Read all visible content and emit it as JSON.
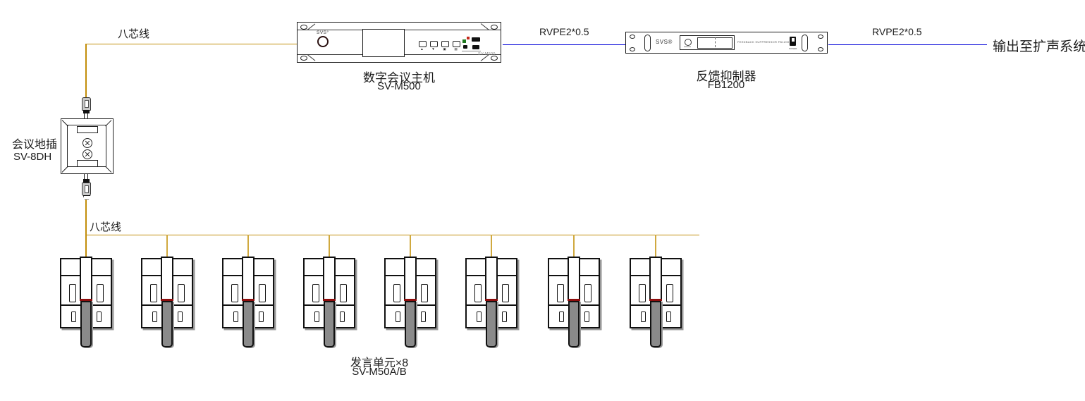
{
  "colors": {
    "cable_gold": "#C28E0B",
    "cable_gold_light": "#D0A93F",
    "cable_blue": "#0000D8",
    "outline": "#1A1A1A",
    "mic_gray": "#8A8A8A",
    "mic_red_ring": "#8E0E0E",
    "led_green": "#1E7A1E",
    "led_red": "#C42A1C"
  },
  "cables": {
    "top_label": "八芯线",
    "bus_label": "八芯线",
    "rvpe_label_left": "RVPE2*0.5",
    "rvpe_label_right": "RVPE2*0.5"
  },
  "output": {
    "label": "输出至扩声系统"
  },
  "devices": {
    "host": {
      "title": "数字会议主机",
      "model": "SV-M500",
      "brand": "SVS°",
      "panel_model": "SV-M500"
    },
    "suppressor": {
      "title": "反馈抑制器",
      "model": "FB1200",
      "brand": "SVS®",
      "panel_text": "FEEDBACK SUPPRESSOR FB1200",
      "power_label": "POWER"
    },
    "floorbox": {
      "title": "会议地插",
      "model": "SV-8DH"
    },
    "mic": {
      "title": "发言单元×8",
      "model": "SV-M50A/B",
      "count": 8
    }
  },
  "icons": {
    "btn_up": "▲",
    "btn_down": "▼",
    "btn_menu": "▣",
    "btn_enter": "▤"
  }
}
